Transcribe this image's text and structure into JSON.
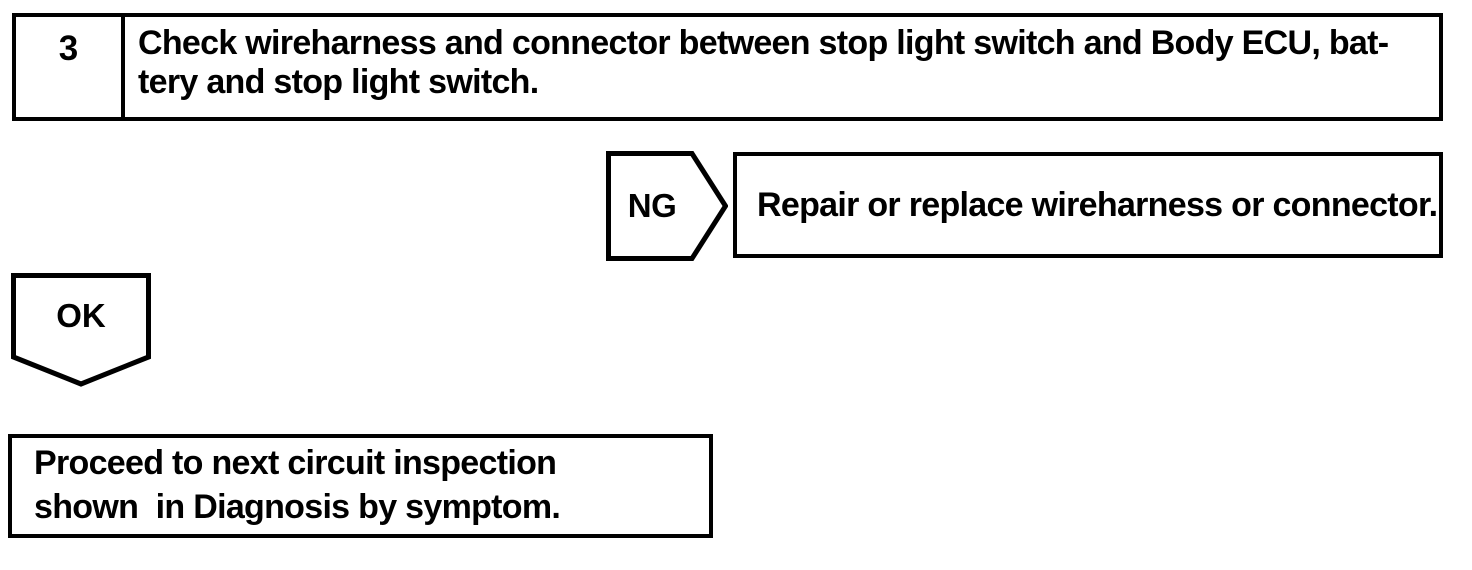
{
  "colors": {
    "ink": "#000000",
    "paper": "#ffffff"
  },
  "step_box": {
    "number": "3",
    "lines": [
      "Check wireharness and connector between stop light switch and Body ECU, bat-",
      "tery and stop light switch."
    ]
  },
  "ng_branch": {
    "label": "NG",
    "action": "Repair or replace wireharness or connector."
  },
  "ok_branch": {
    "label": "OK",
    "lines": [
      "Proceed to next circuit inspection",
      "shown  in Diagnosis by symptom."
    ]
  }
}
